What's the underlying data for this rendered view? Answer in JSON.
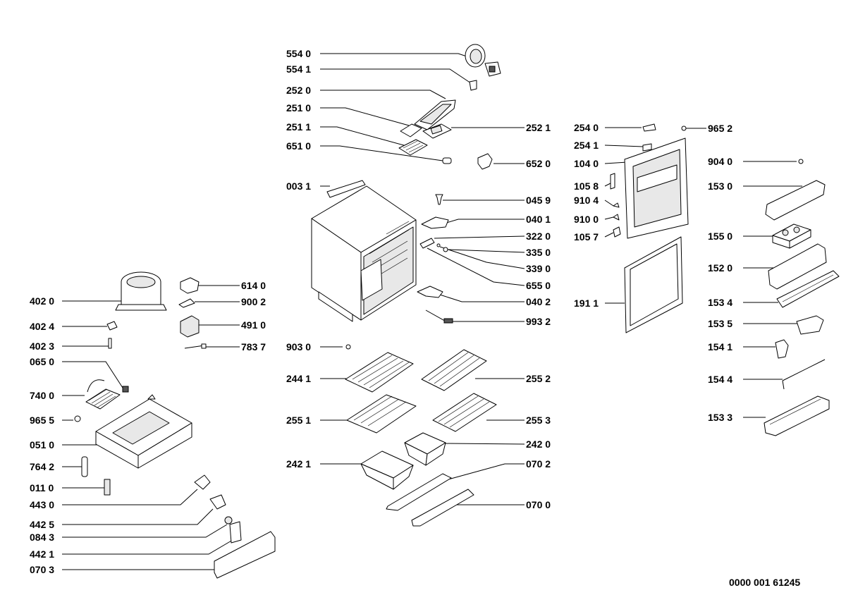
{
  "drawing_number": "0000 001 61245",
  "labels": {
    "p5540": "554 0",
    "p5541": "554 1",
    "p2520": "252 0",
    "p2510": "251 0",
    "p2511": "251 1",
    "p6510": "651 0",
    "p0031": "003 1",
    "p2521": "252 1",
    "p6520": "652 0",
    "p0459": "045 9",
    "p0401": "040 1",
    "p3220": "322 0",
    "p3350": "335 0",
    "p3390": "339 0",
    "p6550": "655 0",
    "p0402": "040 2",
    "p9932": "993 2",
    "p9030": "903 0",
    "p2441": "244 1",
    "p2552": "255 2",
    "p2551": "255 1",
    "p2553": "255 3",
    "p2421": "242 1",
    "p2420": "242 0",
    "p0702": "070 2",
    "p0700": "070 0",
    "p4020": "402 0",
    "p4024": "402 4",
    "p4023": "402 3",
    "p0650": "065 0",
    "p7400": "740 0",
    "p9655": "965 5",
    "p0510": "051 0",
    "p7642": "764 2",
    "p0110": "011 0",
    "p4430": "443 0",
    "p4425": "442 5",
    "p0843": "084 3",
    "p4421": "442 1",
    "p0703": "070 3",
    "p6140": "614 0",
    "p9002": "900 2",
    "p4910": "491 0",
    "p7837": "783 7",
    "p2540": "254 0",
    "p2541": "254 1",
    "p1040": "104 0",
    "p1058": "105 8",
    "p9104": "910 4",
    "p9100": "910 0",
    "p1057": "105 7",
    "p1911": "191 1",
    "p9652": "965 2",
    "p9040": "904 0",
    "p1530": "153 0",
    "p1550": "155 0",
    "p1520": "152 0",
    "p1534": "153 4",
    "p1535": "153 5",
    "p1541": "154 1",
    "p1544": "154 4",
    "p1533": "153 3"
  }
}
